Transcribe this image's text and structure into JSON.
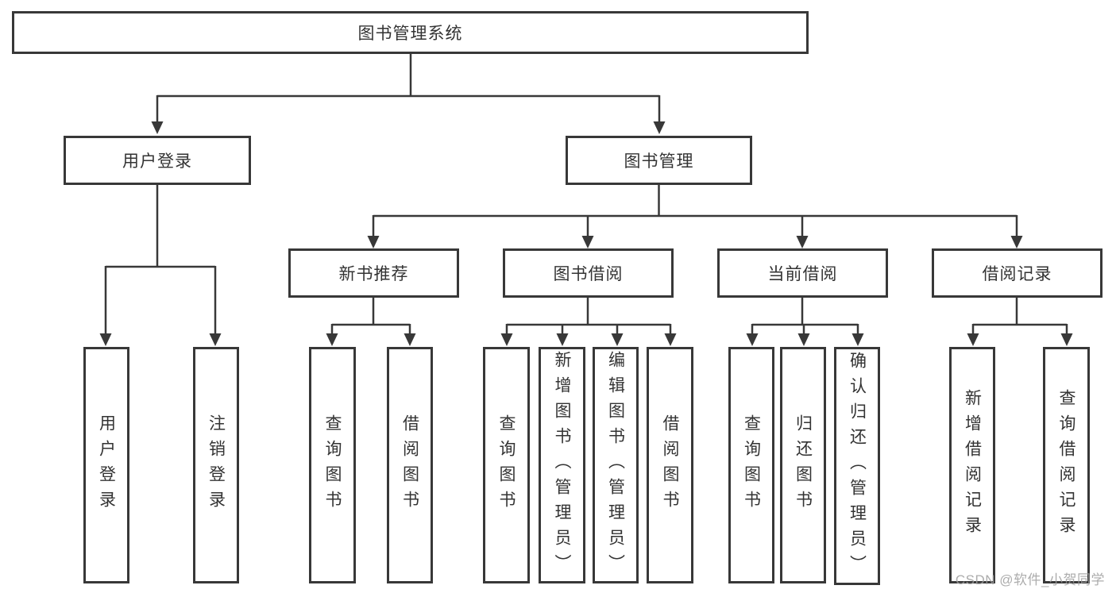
{
  "diagram_type": "hierarchy-tree",
  "colors": {
    "line": "#383838",
    "text": "#333333",
    "background": "#ffffff",
    "watermark": "#9e9e9e"
  },
  "tree": {
    "label": "图书管理系统",
    "children": [
      {
        "label": "用户登录",
        "children": [
          {
            "label": "用户登录"
          },
          {
            "label": "注销登录"
          }
        ]
      },
      {
        "label": "图书管理",
        "children": [
          {
            "label": "新书推荐",
            "children": [
              {
                "label": "查询图书"
              },
              {
                "label": "借阅图书"
              }
            ]
          },
          {
            "label": "图书借阅",
            "children": [
              {
                "label": "查询图书"
              },
              {
                "label": "新增图书（管理员）"
              },
              {
                "label": "编辑图书（管理员）"
              },
              {
                "label": "借阅图书"
              }
            ]
          },
          {
            "label": "当前借阅",
            "children": [
              {
                "label": "查询图书"
              },
              {
                "label": "归还图书"
              },
              {
                "label": "确认归还（管理员）"
              }
            ]
          },
          {
            "label": "借阅记录",
            "children": [
              {
                "label": "新增借阅记录"
              },
              {
                "label": "查询借阅记录"
              }
            ]
          }
        ]
      }
    ]
  },
  "watermark": "CSDN @软件_小贺同学"
}
